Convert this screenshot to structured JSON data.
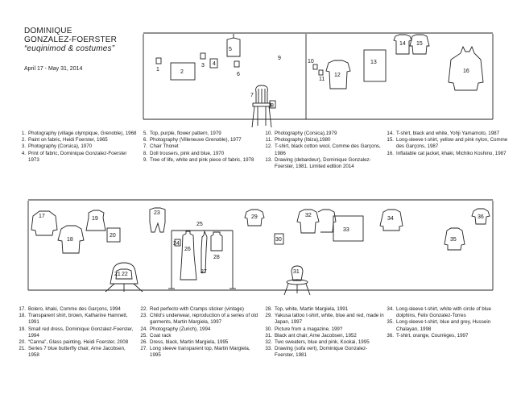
{
  "header": {
    "artist_line1": "DOMINIQUE",
    "artist_line2": "GONZALEZ-FOERSTER",
    "show_title": "“euqinimod & costumes”",
    "dates": "April 17 - May 31, 2014"
  },
  "wall_top_labels": [
    "1",
    "2",
    "3",
    "4",
    "5",
    "6",
    "7",
    "8",
    "9",
    "10",
    "11",
    "12",
    "13",
    "14",
    "15",
    "16"
  ],
  "wall_bottom_labels": [
    "17",
    "18",
    "19",
    "20",
    "21",
    "22",
    "23",
    "24",
    "25",
    "26",
    "27",
    "28",
    "29",
    "30",
    "31",
    "32",
    "33",
    "34",
    "35",
    "36"
  ],
  "top_list": [
    [
      {
        "n": "1.",
        "t": "Photography (village olympique, Grenoble), 1968"
      },
      {
        "n": "2.",
        "t": "Paint on fabric, Heidi Foerster, 1965"
      },
      {
        "n": "3.",
        "t": "Photography (Corsica), 1970"
      },
      {
        "n": "4.",
        "t": "Print of fabric, Dominique Gonzalez-Foerster 1973"
      }
    ],
    [
      {
        "n": "5.",
        "t": "Top, purple, flower pattern, 1979"
      },
      {
        "n": "6.",
        "t": "Photography (Villeneuve Grenoble), 1977"
      },
      {
        "n": "7.",
        "t": "Chair Thonet"
      },
      {
        "n": "8.",
        "t": "Doll trousers, pink and blue, 1970"
      },
      {
        "n": "9.",
        "t": "Tree of life, white and pink piece of fabric, 1978"
      }
    ],
    [
      {
        "n": "10.",
        "t": "Photography (Corsica),1979"
      },
      {
        "n": "11.",
        "t": "Photography (Ibiza),1980"
      },
      {
        "n": "12.",
        "t": "T-shirt, black cotton wool, Comme des Garçons, 1986"
      },
      {
        "n": "13.",
        "t": "Drawing (debardeur), Dominique Gonzalez-Foerster, 1981. Limited edition 2014"
      }
    ],
    [
      {
        "n": "14.",
        "t": "T-shirt, black and white, Yohji Yamamoto, 1987"
      },
      {
        "n": "15.",
        "t": "Long-sleeve t-shirt, yellow and pink nylon, Comme des Garçons, 1987"
      },
      {
        "n": "16.",
        "t": "Inflatable cat jacket, khaki, Michiko Koshino, 1987"
      }
    ]
  ],
  "bottom_list": [
    [
      {
        "n": "17.",
        "t": "Bolero, khaki, Comme des Garçons, 1994"
      },
      {
        "n": "18.",
        "t": "Transparent shirt, brown, Katharine Hamnett, 1991"
      },
      {
        "n": "19.",
        "t": "Small red dress, Dominique Gonzalez-Foerster, 1994"
      },
      {
        "n": "20.",
        "t": "“Canna”, Glass painting, Heidi Foerster, 2008"
      },
      {
        "n": "21.",
        "t": "Series 7 blue butterfly chair, Arne Jacobsen, 1958"
      }
    ],
    [
      {
        "n": "22.",
        "t": "Red perfecto with Cramps sticker (vintage)"
      },
      {
        "n": "23.",
        "t": "Child’s underwear, reproduction of a series of old garments, Martin Margiela, 1997"
      },
      {
        "n": "24.",
        "t": "Photography (Zurich), 1994"
      },
      {
        "n": "25.",
        "t": "Coat rack"
      },
      {
        "n": "26.",
        "t": "Dress, black, Martin Margiela, 1995"
      },
      {
        "n": "27.",
        "t": "Long sleeve transparent top, Martin Margiela, 1995"
      }
    ],
    [
      {
        "n": "28.",
        "t": "Top, white, Martin Margiela, 1991"
      },
      {
        "n": "29.",
        "t": "Yakusa tattoo t-shirt, white, blue and red, made in Japan, 1997"
      },
      {
        "n": "30.",
        "t": "Picture from a magazine, 199?"
      },
      {
        "n": "31.",
        "t": "Black ant chair, Arne Jacobsen, 1952"
      },
      {
        "n": "32.",
        "t": "Two sweaters, blue and pink, Kookai, 1995"
      },
      {
        "n": "33.",
        "t": "Drawing (sofa vert), Dominique Gonzalez-Foerster, 1981"
      }
    ],
    [
      {
        "n": "34.",
        "t": "Long-sleeve t-shirt, white with circle of blue dolphins, Felix Gonzalez-Torres"
      },
      {
        "n": "35.",
        "t": "Long-sleeve t-shirt, blue and grey, Hussein Chalayan, 1998"
      },
      {
        "n": "36.",
        "t": "T-shirt, orange, Courrèges, 1997"
      }
    ]
  ]
}
